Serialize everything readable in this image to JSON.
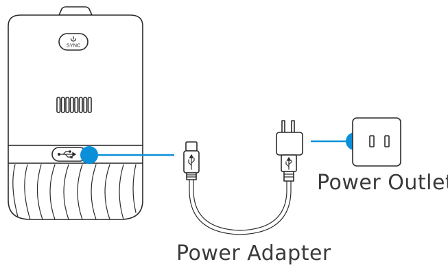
{
  "labels": {
    "power_outlet": "Power Outlet",
    "power_adapter": "Power Adapter",
    "sync_button": "SYNC"
  },
  "icons": {
    "power": "power-icon",
    "usb": "usb-icon"
  },
  "colors": {
    "accent": "#0b8fd8",
    "line": "#2a2a2a",
    "text": "#3a3a3a"
  }
}
